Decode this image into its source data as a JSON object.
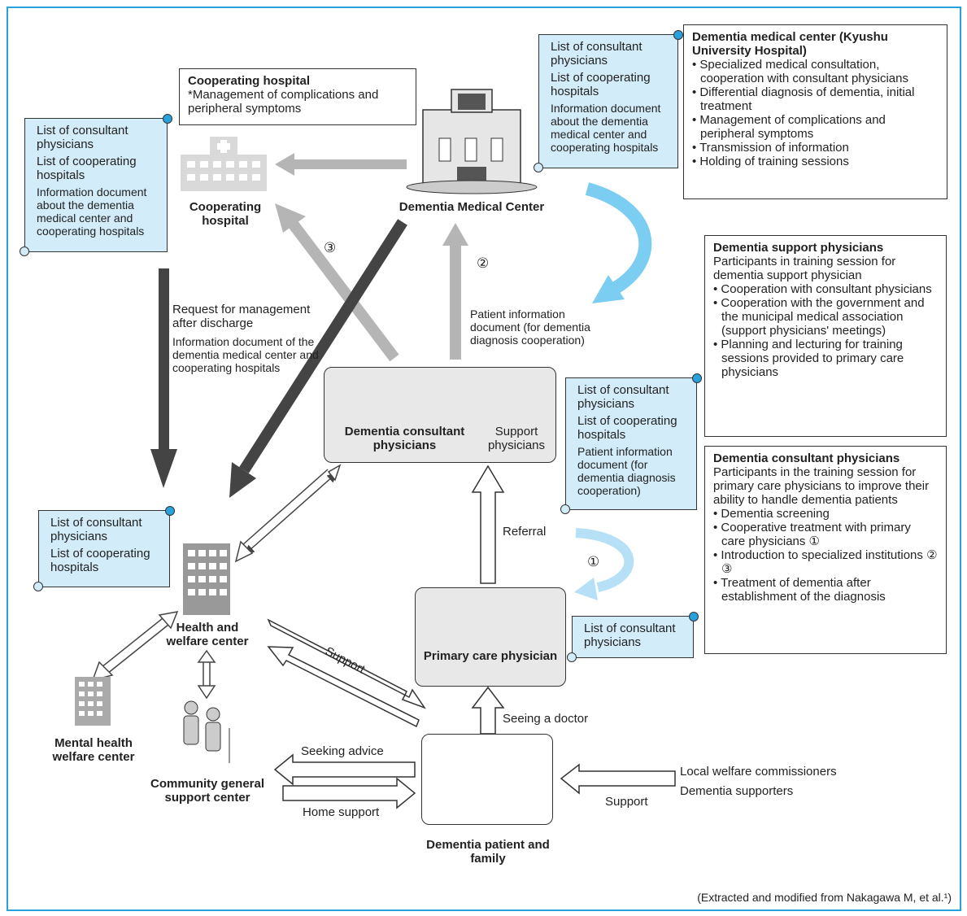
{
  "scroll_items": {
    "consultant_list": "List of consultant physicians",
    "cooperating_list": "List of cooperating hospitals",
    "info_doc": "Information document about the dementia medical center and cooperating hospitals",
    "patient_info_doc": "Patient information document (for dementia diagnosis cooperation)"
  },
  "center_box": {
    "title": "Dementia medical center (Kyushu University Hospital)",
    "items": [
      "Specialized medical consultation, cooperation with consultant physicians",
      "Differential diagnosis of dementia, initial treatment",
      "Management of complications and peripheral symptoms",
      "Transmission of information",
      "Holding of training sessions"
    ]
  },
  "coop_box": {
    "title": "Cooperating hospital",
    "note": "*Management of complications and peripheral symptoms"
  },
  "support_box": {
    "title": "Dementia support physicians",
    "intro": "Participants in training session for dementia support physician",
    "items": [
      "Cooperation with consultant physicians",
      "Cooperation with the government and the municipal medical association (support physicians' meetings)",
      "Planning and lecturing for training sessions provided to primary care physicians"
    ]
  },
  "consultant_box": {
    "title": "Dementia consultant physicians",
    "intro": "Participants in the training session for primary care physicians to improve their ability to handle dementia patients",
    "items": [
      "Dementia screening",
      "Cooperative treatment with primary care physicians ①",
      "Introduction to specialized institutions ② ③",
      "Treatment of dementia after establishment of the diagnosis"
    ]
  },
  "nodes": {
    "medical_center": "Dementia Medical Center",
    "cooperating_hospital": "Cooperating hospital",
    "consultant_physicians": "Dementia consultant physicians",
    "support_physicians": "Support physicians",
    "primary_care": "Primary care physician",
    "health_welfare": "Health and welfare center",
    "mental_health": "Mental health welfare center",
    "community_support": "Community general support center",
    "patient_family": "Dementia patient and family"
  },
  "labels": {
    "request_mgmt": "Request for management after discharge",
    "info_doc_label": "Information document of the dementia medical center and cooperating hospitals",
    "patient_info_label": "Patient information document (for dementia diagnosis cooperation)",
    "referral": "Referral",
    "support": "Support",
    "seeing_doctor": "Seeing a doctor",
    "seeking_advice": "Seeking advice",
    "home_support": "Home support",
    "support2": "Support",
    "local_welfare": "Local welfare commissioners",
    "dementia_supporters": "Dementia supporters",
    "n1": "①",
    "n2": "②",
    "n3": "③"
  },
  "source": "(Extracted and modified from Nakagawa M, et al.¹)",
  "colors": {
    "frame": "#27a2dd",
    "scroll": "#d3ecf9",
    "dark_arrow": "#444444",
    "gray_arrow": "#b5b5b5",
    "blue_arrow": "#7ccdf2"
  }
}
